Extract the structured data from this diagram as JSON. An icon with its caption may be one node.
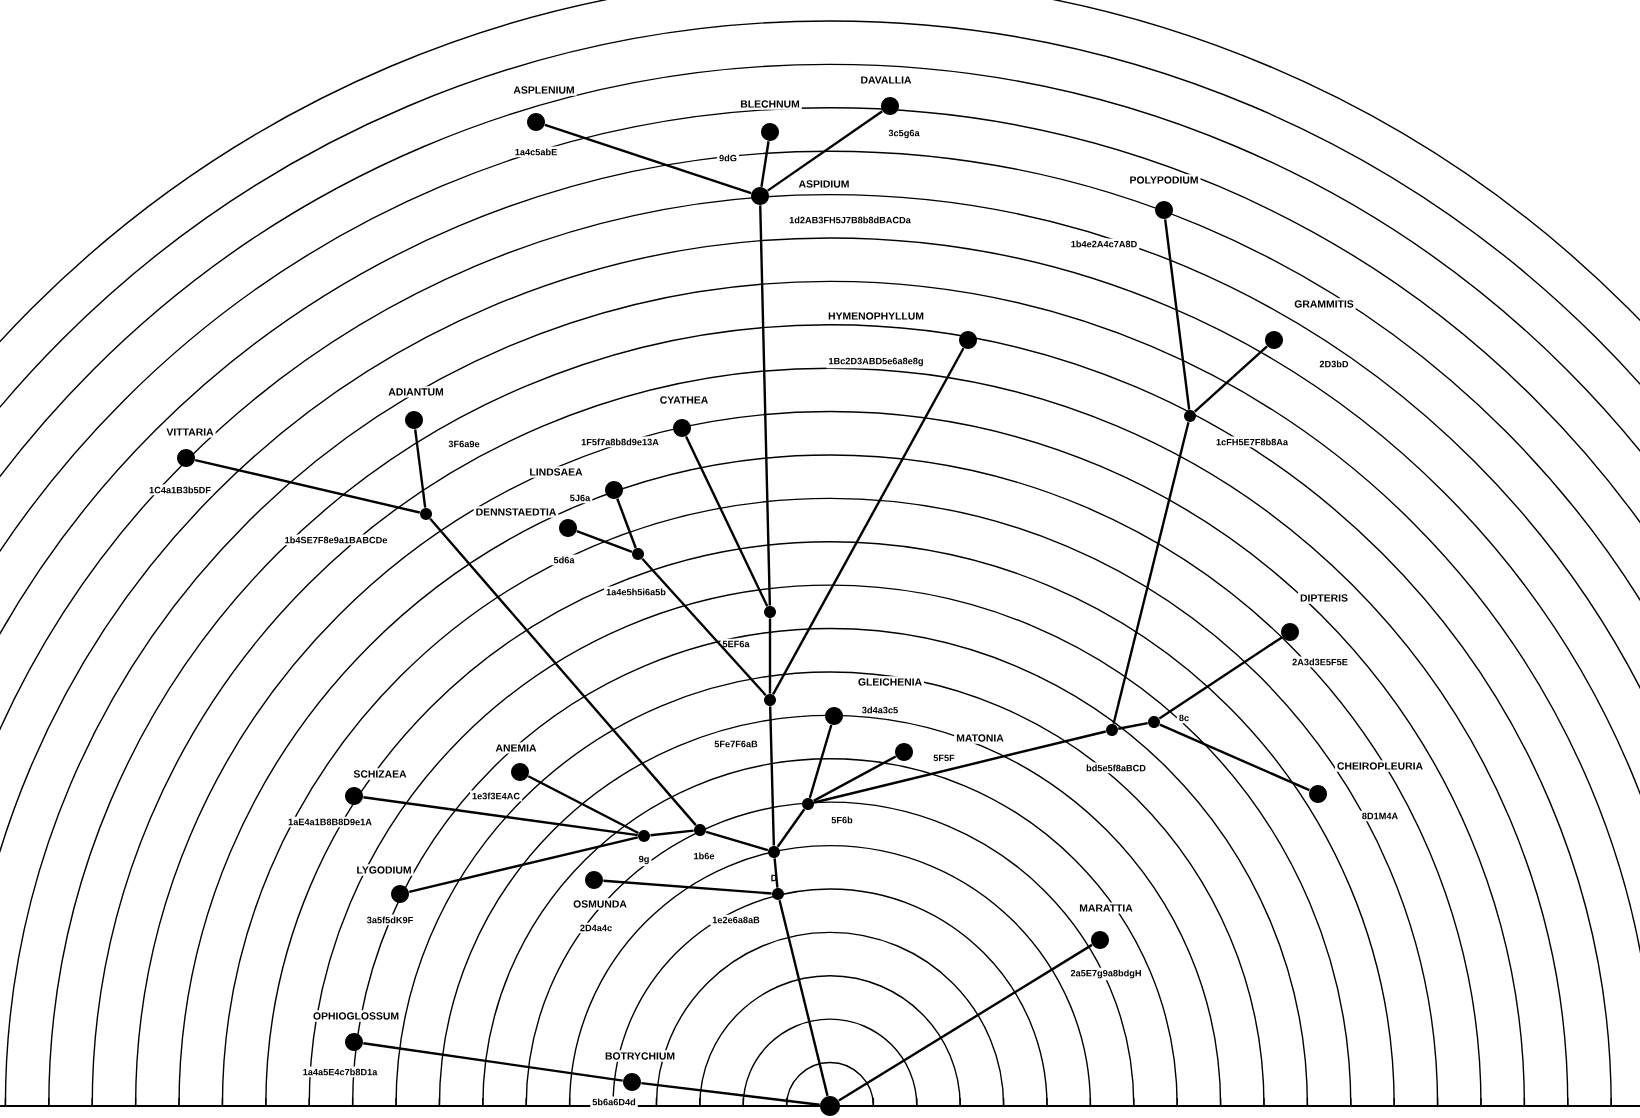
{
  "diagram": {
    "nodes": [
      {
        "text": [
          "ASPLENIUM",
          "1a4c5abE"
        ]
      },
      {
        "text": [
          "BLECHNUM",
          "9dG"
        ]
      },
      {
        "text": [
          "DAVALLIA",
          "3c5g6a"
        ]
      },
      {
        "text": [
          "ASPIDIUM",
          "1d2AB3FH5J7B8b8dBACDa"
        ]
      },
      {
        "text": [
          "POLYPODIUM",
          "1b4e2A4c7A8D"
        ]
      },
      {
        "text": [
          "GRAMMITIS",
          "2D3bD"
        ]
      },
      {
        "text": [
          "HYMENOPHYLLUM",
          "1Bc2D3ABD5e6a8e8g"
        ]
      },
      {
        "text": [
          "VITTARIA",
          "1C4a1B3b5DF"
        ]
      },
      {
        "text": [
          "ADIANTUM",
          "3F6a9e"
        ]
      },
      {
        "text": [
          "CYATHEA",
          "1F5f7a8b8d9e13A"
        ]
      },
      {
        "text": [
          "LINDSAEA",
          "5J6a"
        ]
      },
      {
        "text": [
          "DENNSTAEDTIA",
          "5d6a"
        ]
      },
      {
        "text": [
          "1cFH5E7F8b8Aa"
        ]
      },
      {
        "text": [
          "1b4SE7F8e9a1BABCDe"
        ]
      },
      {
        "text": [
          "1a4e5h5i6a5b"
        ]
      },
      {
        "text": [
          "5EF6a"
        ]
      },
      {
        "text": [
          "GLEICHENIA",
          "3d4a3c5"
        ]
      },
      {
        "text": [
          "MATONIA",
          "5F5F"
        ]
      },
      {
        "text": [
          "DIPTERIS",
          "2A3d3E5F5E"
        ]
      },
      {
        "text": [
          "5Fe7F6aB"
        ]
      },
      {
        "text": [
          "8c"
        ]
      },
      {
        "text": [
          "bd5e5f8aBCD"
        ]
      },
      {
        "text": [
          "CHEIROPLEURIA",
          "8D1M4A"
        ]
      },
      {
        "text": [
          "SCHIZAEA",
          "1aE4a1B8B8D9e1A"
        ]
      },
      {
        "text": [
          "ANEMIA",
          "1e3f3E4AC"
        ]
      },
      {
        "text": [
          "5F6b"
        ]
      },
      {
        "text": [
          "9g"
        ]
      },
      {
        "text": [
          "1b6e"
        ]
      },
      {
        "text": [
          "D"
        ]
      },
      {
        "text": [
          "LYGODIUM",
          "3a5f5dK9F"
        ]
      },
      {
        "text": [
          "OSMUNDA",
          "2D4a4c"
        ]
      },
      {
        "text": [
          "1e2e6a8aB"
        ]
      },
      {
        "text": [
          "MARATTIA",
          "2a5E7g9a8bdgH"
        ]
      },
      {
        "text": [
          "OPHIOGLOSSUM",
          "1a4a5E4c7b8D1a"
        ]
      },
      {
        "text": [
          "BOTRYCHIUM",
          "5b6a6D4d"
        ]
      },
      {
        "text": [],
        "shape": "circle"
      }
    ],
    "edges": [
      {
        "from": 3,
        "to": 0,
        "arrow": "none"
      },
      {
        "from": 3,
        "to": 1,
        "arrow": "none"
      },
      {
        "from": 3,
        "to": 2,
        "arrow": "none"
      },
      {
        "from": 3,
        "to": 15,
        "arrow": "none"
      },
      {
        "from": 9,
        "to": 15,
        "arrow": "none"
      },
      {
        "from": 15,
        "to": 19,
        "arrow": "none"
      },
      {
        "from": 10,
        "to": 14,
        "arrow": "none"
      },
      {
        "from": 11,
        "to": 14,
        "arrow": "none"
      },
      {
        "from": 14,
        "to": 19,
        "arrow": "none"
      },
      {
        "from": 6,
        "to": 19,
        "arrow": "none"
      },
      {
        "from": 19,
        "to": 28,
        "arrow": "none"
      },
      {
        "from": 16,
        "to": 25,
        "arrow": "none"
      },
      {
        "from": 17,
        "to": 25,
        "arrow": "none"
      },
      {
        "from": 28,
        "to": 25,
        "arrow": "none"
      },
      {
        "from": 25,
        "to": 21,
        "arrow": "none"
      },
      {
        "from": 21,
        "to": 20,
        "arrow": "none"
      },
      {
        "from": 20,
        "to": 18,
        "arrow": "none"
      },
      {
        "from": 20,
        "to": 22,
        "arrow": "none"
      },
      {
        "from": 12,
        "to": 21,
        "arrow": "none"
      },
      {
        "from": 4,
        "to": 12,
        "arrow": "none"
      },
      {
        "from": 12,
        "to": 5,
        "arrow": "none"
      },
      {
        "from": 7,
        "to": 13,
        "arrow": "none"
      },
      {
        "from": 8,
        "to": 13,
        "arrow": "none"
      },
      {
        "from": 13,
        "to": 27,
        "arrow": "none"
      },
      {
        "from": 23,
        "to": 26,
        "arrow": "none"
      },
      {
        "from": 24,
        "to": 26,
        "arrow": "none"
      },
      {
        "from": 29,
        "to": 26,
        "arrow": "none"
      },
      {
        "from": 26,
        "to": 27,
        "arrow": "none"
      },
      {
        "from": 27,
        "to": 28,
        "arrow": "none"
      },
      {
        "from": 28,
        "to": 31,
        "arrow": "none"
      },
      {
        "from": 30,
        "to": 31,
        "arrow": "none"
      },
      {
        "from": 31,
        "to": 35,
        "arrow": "none"
      },
      {
        "from": 35,
        "to": 32,
        "arrow": "none"
      },
      {
        "from": 33,
        "to": 34,
        "arrow": "none"
      },
      {
        "from": 34,
        "to": 35,
        "arrow": "none"
      }
    ]
  }
}
